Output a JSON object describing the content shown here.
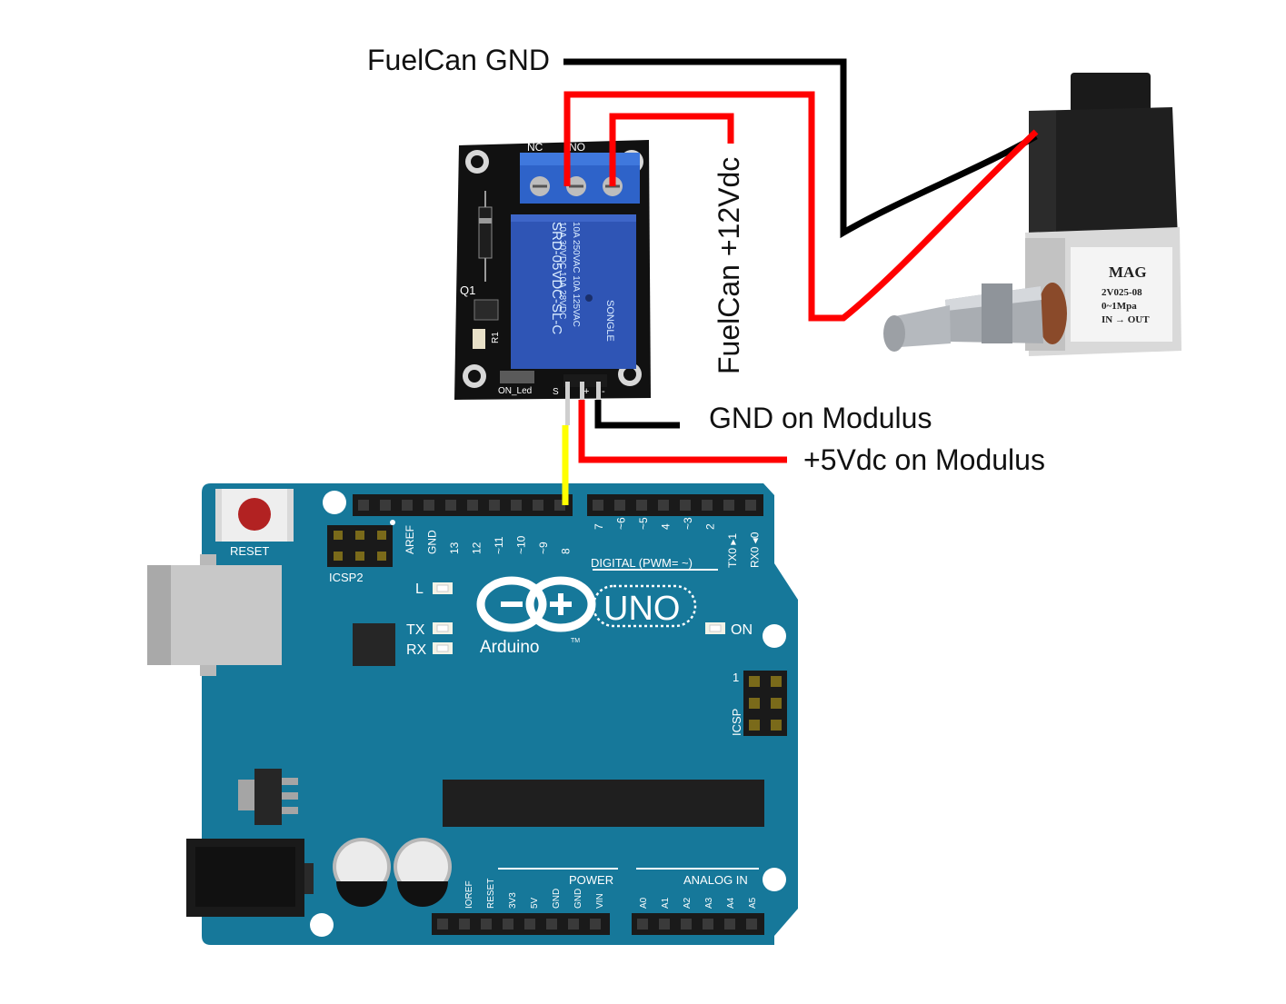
{
  "labels": {
    "fuelcan_gnd": "FuelCan GND",
    "fuelcan_12v": "FuelCan +12Vdc",
    "gnd_modulus": "GND on Modulus",
    "vcc_modulus": "+5Vdc on Modulus"
  },
  "relay": {
    "nc": "NC",
    "no": "NO",
    "q1": "Q1",
    "r1": "R1",
    "on_led": "ON_Led",
    "s": "S",
    "plus": "+",
    "minus": "-",
    "brand": "SONGLE",
    "rating1": "10A 250VAC  10A 125VAC",
    "rating2": "10A 30VDC   10A 28VDC",
    "model": "SRD-05VDC-SL-C"
  },
  "valve": {
    "brand": "MAG",
    "model": "2V025-08",
    "pressure": "0~1Mpa",
    "flow": "IN → OUT"
  },
  "arduino": {
    "reset": "RESET",
    "icsp2": "ICSP2",
    "icsp": "ICSP",
    "icsp_pin1": "1",
    "digital_header": "DIGITAL (PWM= ~)",
    "digital_pins_left": [
      "AREF",
      "GND",
      "13",
      "12",
      "~11",
      "~10",
      "~9",
      "8"
    ],
    "digital_pins_right": [
      "7",
      "~6",
      "~5",
      "4",
      "~3",
      "2",
      "TX0 ▸1",
      "RX0 ◂0"
    ],
    "led_l": "L",
    "led_tx": "TX",
    "led_rx": "RX",
    "led_on": "ON",
    "uno": "UNO",
    "arduino": "Arduino",
    "tm": "TM",
    "power": "POWER",
    "analog_in": "ANALOG IN",
    "power_pins": [
      "IOREF",
      "RESET",
      "3V3",
      "5V",
      "GND",
      "GND",
      "VIN"
    ],
    "analog_pins": [
      "A0",
      "A1",
      "A2",
      "A3",
      "A4",
      "A5"
    ]
  },
  "colors": {
    "board": "#16789a",
    "wire_red": "#ff0000",
    "wire_black": "#000000",
    "wire_yellow": "#ffff00",
    "relay_pcb": "#111111",
    "relay_body": "#2f55b5",
    "terminal": "#2e63c9"
  }
}
